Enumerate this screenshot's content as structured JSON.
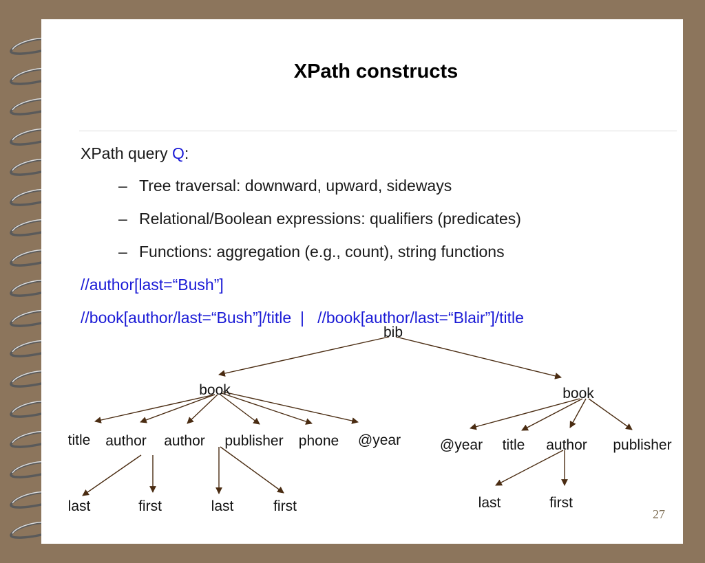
{
  "title": "XPath constructs",
  "query_intro": "XPath query ",
  "query_symbol": "Q",
  "query_colon": ":",
  "bullet_dash": "–",
  "bullets": [
    "Tree traversal: downward, upward, sideways",
    "Relational/Boolean expressions: qualifiers (predicates)",
    "Functions: aggregation (e.g., count), string functions"
  ],
  "example1": "//author[last=“Bush”]",
  "example2": "//book[author/last=“Bush”]/title  |   //book[author/last=“Blair”]/title",
  "page_number": "27",
  "tree": {
    "root": "bib",
    "book1": "book",
    "book1_children": [
      "title",
      "author",
      "author",
      "publisher",
      "phone",
      "@year"
    ],
    "author1_children": [
      "last",
      "first"
    ],
    "author2_children": [
      "last",
      "first"
    ],
    "book2": "book",
    "book2_children": [
      "@year",
      "title",
      "author",
      "publisher"
    ],
    "author3_children": [
      "last",
      "first"
    ]
  },
  "colors": {
    "background": "#8c755c",
    "slide": "#ffffff",
    "link_text": "#1a1ad6",
    "arrow": "#4a2c12"
  }
}
